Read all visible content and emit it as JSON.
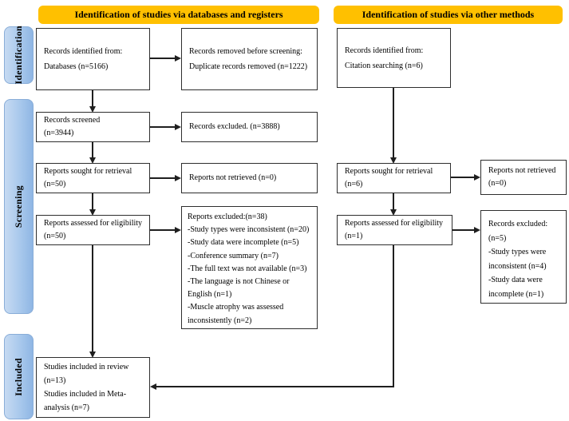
{
  "banners": {
    "databases": "Identification of studies via databases and registers",
    "other": "Identification of studies via other methods"
  },
  "sidebar": {
    "identification": "Identification",
    "screening": "Screening",
    "included": "Included"
  },
  "boxes": {
    "records_identified_db": {
      "lines": [
        "Records identified from:",
        "Databases (n=5166)"
      ]
    },
    "records_removed": {
      "lines": [
        "Records removed before screening:",
        "Duplicate records removed (n=1222)"
      ]
    },
    "records_screened": {
      "lines": [
        "Records screened",
        "(n=3944)"
      ]
    },
    "records_excluded_db": {
      "lines": [
        "Records excluded. (n=3888)"
      ]
    },
    "reports_sought_db": {
      "lines": [
        "Reports sought for retrieval",
        "(n=50)"
      ]
    },
    "reports_not_retrieved_db": {
      "lines": [
        "Reports not retrieved (n=0)"
      ]
    },
    "reports_assessed_db": {
      "lines": [
        "Reports assessed for eligibility",
        "(n=50)"
      ]
    },
    "reports_excluded_db": {
      "lines": [
        "Reports excluded:(n=38)",
        "-Study types were inconsistent (n=20)",
        "-Study data were incomplete (n=5)",
        "-Conference summary (n=7)",
        "-The full text was not available (n=3)",
        "-The language is not Chinese or",
        "English (n=1)",
        "-Muscle atrophy was assessed",
        "inconsistently (n=2)"
      ]
    },
    "records_identified_other": {
      "lines": [
        "Records identified from:",
        "Citation searching (n=6)"
      ]
    },
    "reports_sought_other": {
      "lines": [
        "Reports sought for retrieval",
        "(n=6)"
      ]
    },
    "reports_not_retrieved_other": {
      "lines": [
        "Reports not retrieved",
        "(n=0)"
      ]
    },
    "reports_assessed_other": {
      "lines": [
        "Reports assessed for eligibility",
        "(n=1)"
      ]
    },
    "records_excluded_other": {
      "lines": [
        "Records excluded:",
        "(n=5)",
        "-Study types were",
        "inconsistent (n=4)",
        "-Study data were",
        "incomplete (n=1)"
      ]
    },
    "studies_included": {
      "lines": [
        "Studies included in review",
        "(n=13)",
        "Studies included in Meta-",
        "analysis (n=7)"
      ]
    }
  },
  "colors": {
    "banner": "#FFC000",
    "sidebar_fill": "#A8C8EC",
    "sidebar_border": "#89ADD8",
    "box_border": "#2E2E2E",
    "line": "#1F1F1F"
  }
}
